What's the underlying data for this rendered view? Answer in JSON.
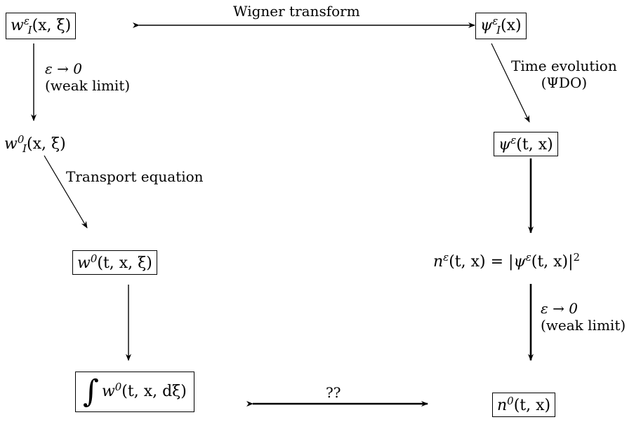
{
  "nodes": {
    "wI_eps": {
      "f": "w",
      "sup": "ε",
      "sub": "I",
      "args": "(x, ξ)"
    },
    "psiI_eps": {
      "f": "ψ",
      "sup": "ε",
      "sub": "I",
      "args": "(x)"
    },
    "wI_0": {
      "f": "w",
      "sup": "0",
      "sub": "I",
      "args": "(x, ξ)"
    },
    "psi_eps_t": {
      "f": "ψ",
      "sup": "ε",
      "args": "(t, x)"
    },
    "w0_t": {
      "f": "w",
      "sup": "0",
      "args": "(t, x, ξ)"
    },
    "n_eps": {
      "lhs_f": "n",
      "lhs_sup": "ε",
      "lhs_args": "(t, x) = |",
      "rhs_f": "ψ",
      "rhs_sup": "ε",
      "rhs_args": "(t, x)|",
      "pow": "2"
    },
    "int_w0": {
      "integral": "∫",
      "f": "w",
      "sup": "0",
      "args": "(t, x, dξ)"
    },
    "n0": {
      "f": "n",
      "sup": "0",
      "args": "(t, x)"
    }
  },
  "labels": {
    "wigner": "Wigner transform",
    "weak_limit_left_1": "ε → 0",
    "weak_limit_left_2": "(weak limit)",
    "time_evolution_1": "Time evolution",
    "time_evolution_2": "(ΨDO)",
    "transport": "Transport equation",
    "weak_limit_right_1": "ε → 0",
    "weak_limit_right_2": "(weak limit)",
    "unknown": "??"
  }
}
